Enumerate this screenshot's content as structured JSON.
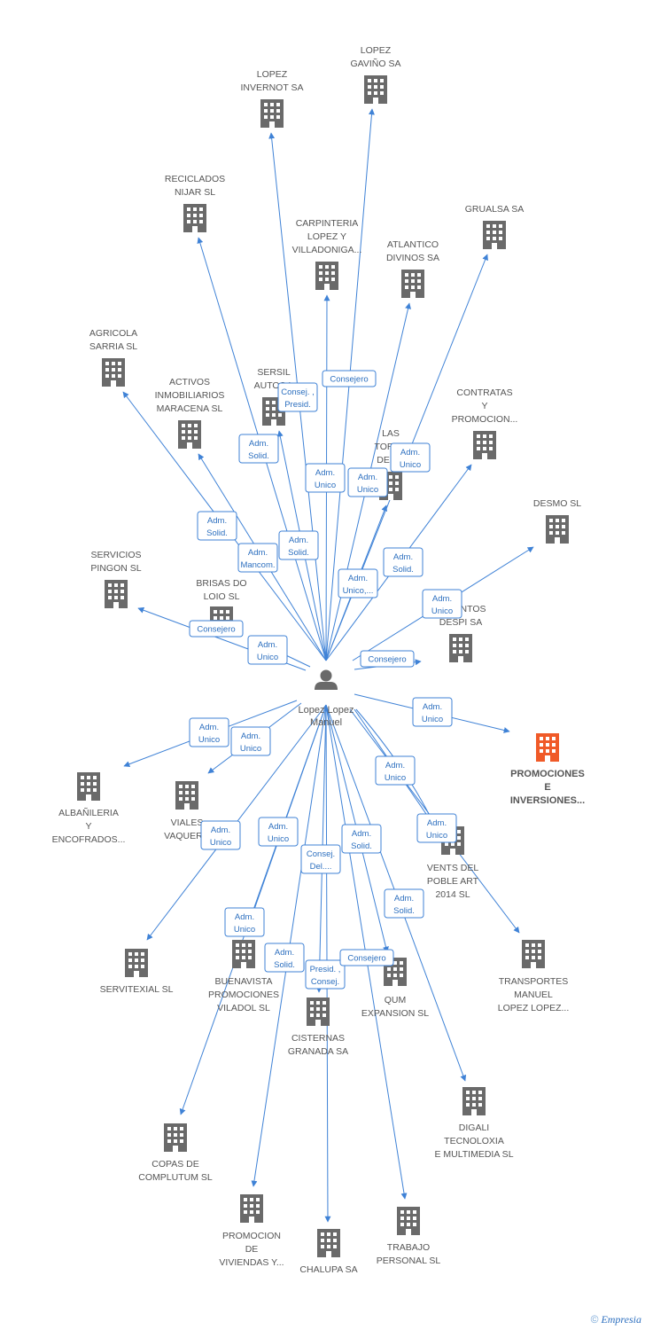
{
  "colors": {
    "edge": "#3f82d6",
    "building": "#6a6a6a",
    "highlight": "#f05a28",
    "badge_border": "#3f82d6",
    "badge_text": "#2c6fbf"
  },
  "person": {
    "name_lines": [
      "Lopez Lopez",
      "Manuel"
    ],
    "icon": "person-icon"
  },
  "companies": [
    {
      "id": "lopez-gavino",
      "lines": [
        "LOPEZ",
        "GAVIÑO SA"
      ]
    },
    {
      "id": "lopez-invernot",
      "lines": [
        "LOPEZ",
        "INVERNOT SA"
      ]
    },
    {
      "id": "reciclados-nijar",
      "lines": [
        "RECICLADOS",
        "NIJAR SL"
      ]
    },
    {
      "id": "carpinteria",
      "lines": [
        "CARPINTERIA",
        "LOPEZ Y",
        "VILLADONIGA..."
      ]
    },
    {
      "id": "gruals",
      "lines": [
        "GRUALSA SA"
      ]
    },
    {
      "id": "atlantico",
      "lines": [
        "ATLANTICO",
        "DIVINOS SA"
      ]
    },
    {
      "id": "agricola",
      "lines": [
        "AGRICOLA",
        "SARRIA SL"
      ]
    },
    {
      "id": "activos",
      "lines": [
        "ACTIVOS",
        "INMOBILIARIOS",
        "MARACENA SL"
      ]
    },
    {
      "id": "sersil",
      "lines": [
        "SERSIL",
        "AUTOS L"
      ]
    },
    {
      "id": "contratas",
      "lines": [
        "CONTRATAS",
        "Y",
        "PROMOCION..."
      ]
    },
    {
      "id": "las-tortil",
      "lines": [
        "LAS",
        "TORTIL",
        "DE LO"
      ]
    },
    {
      "id": "desmo",
      "lines": [
        "DESMO SL"
      ]
    },
    {
      "id": "servicios-pingon",
      "lines": [
        "SERVICIOS",
        "PINGON SL"
      ]
    },
    {
      "id": "brisas",
      "lines": [
        "BRISAS DO",
        "LOIO SL"
      ]
    },
    {
      "id": "abastecimientos",
      "lines": [
        "A   MIENTOS",
        "DESPI SA"
      ]
    },
    {
      "id": "promociones-inversiones",
      "lines": [
        "PROMOCIONES",
        "E",
        "INVERSIONES..."
      ],
      "highlight": true
    },
    {
      "id": "albanileria",
      "lines": [
        "ALBAÑILERIA",
        "Y",
        "ENCOFRADOS..."
      ]
    },
    {
      "id": "viales",
      "lines": [
        "VIALES",
        "VAQUERO"
      ]
    },
    {
      "id": "vents",
      "lines": [
        "VENTS DEL",
        "POBLE ART",
        "2014  SL"
      ]
    },
    {
      "id": "servitexial",
      "lines": [
        "SERVITEXIAL SL"
      ]
    },
    {
      "id": "buenavista",
      "lines": [
        "BUENAVISTA",
        "PROMOCIONES",
        "VILADOL SL"
      ]
    },
    {
      "id": "qum",
      "lines": [
        "QUM",
        "EXPANSION SL"
      ]
    },
    {
      "id": "transportes",
      "lines": [
        "TRANSPORTES",
        "MANUEL",
        "LOPEZ LOPEZ..."
      ]
    },
    {
      "id": "cisternas",
      "lines": [
        "CISTERNAS",
        "GRANADA SA"
      ]
    },
    {
      "id": "digali",
      "lines": [
        "DIGALI",
        "TECNOLOXIA",
        "E MULTIMEDIA SL"
      ]
    },
    {
      "id": "copas",
      "lines": [
        "COPAS DE",
        "COMPLUTUM SL"
      ]
    },
    {
      "id": "promocion-viviendas",
      "lines": [
        "PROMOCION",
        "DE",
        "VIVIENDAS Y..."
      ]
    },
    {
      "id": "chalupa",
      "lines": [
        "CHALUPA SA"
      ]
    },
    {
      "id": "trabajo",
      "lines": [
        "TRABAJO",
        "PERSONAL SL"
      ]
    }
  ],
  "roles": [
    {
      "id": "r1",
      "lines": [
        "Consej. ,",
        "Presid."
      ]
    },
    {
      "id": "r2",
      "lines": [
        "Consejero"
      ]
    },
    {
      "id": "r3",
      "lines": [
        "Adm.",
        "Solid."
      ]
    },
    {
      "id": "r4",
      "lines": [
        "Adm.",
        "Unico"
      ]
    },
    {
      "id": "r5",
      "lines": [
        "Adm.",
        "Unico"
      ]
    },
    {
      "id": "r6",
      "lines": [
        "Adm.",
        "Unico"
      ]
    },
    {
      "id": "r7",
      "lines": [
        "Adm.",
        "Solid."
      ]
    },
    {
      "id": "r8",
      "lines": [
        "Adm.",
        "Solid."
      ]
    },
    {
      "id": "r9",
      "lines": [
        "Adm.",
        "Mancom."
      ]
    },
    {
      "id": "r10",
      "lines": [
        "Adm.",
        "Unico,..."
      ]
    },
    {
      "id": "r11",
      "lines": [
        "Adm.",
        "Solid."
      ]
    },
    {
      "id": "r12",
      "lines": [
        "Adm.",
        "Unico"
      ]
    },
    {
      "id": "r13",
      "lines": [
        "Consejero"
      ]
    },
    {
      "id": "r14",
      "lines": [
        "Adm.",
        "Unico"
      ]
    },
    {
      "id": "r15",
      "lines": [
        "Consejero"
      ]
    },
    {
      "id": "r16",
      "lines": [
        "Adm.",
        "Unico"
      ]
    },
    {
      "id": "r17",
      "lines": [
        "Adm.",
        "Unico"
      ]
    },
    {
      "id": "r18",
      "lines": [
        "Adm.",
        "Unico"
      ]
    },
    {
      "id": "r19",
      "lines": [
        "Adm.",
        "Unico"
      ]
    },
    {
      "id": "r20",
      "lines": [
        "Adm.",
        "Unico"
      ]
    },
    {
      "id": "r21",
      "lines": [
        "Adm.",
        "Unico"
      ]
    },
    {
      "id": "r22",
      "lines": [
        "Adm.",
        "Unico"
      ]
    },
    {
      "id": "r23",
      "lines": [
        "Adm.",
        "Solid."
      ]
    },
    {
      "id": "r24",
      "lines": [
        "Consej.",
        "Del...."
      ]
    },
    {
      "id": "r25",
      "lines": [
        "Adm.",
        "Unico"
      ]
    },
    {
      "id": "r26",
      "lines": [
        "Adm.",
        "Solid."
      ]
    },
    {
      "id": "r27",
      "lines": [
        "Adm.",
        "Solid."
      ]
    },
    {
      "id": "r28",
      "lines": [
        "Presid. ,",
        "Consej."
      ]
    },
    {
      "id": "r29",
      "lines": [
        "Consejero"
      ]
    }
  ],
  "footer": {
    "copyright": "©",
    "brand": "Empresia"
  }
}
